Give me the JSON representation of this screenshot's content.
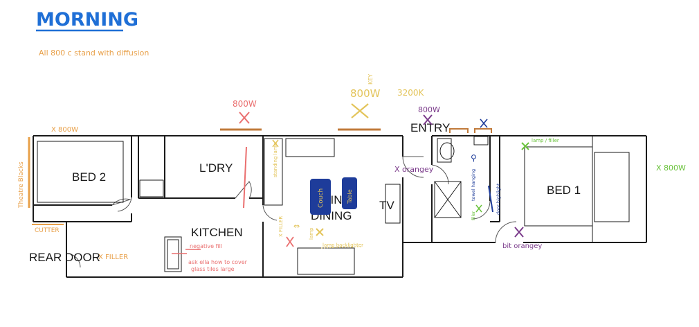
{
  "title": "MORNING",
  "note": "All 800 c stand with diffusion",
  "colors": {
    "blue": "#1f6fd6",
    "orange": "#e8a049",
    "pink": "#ea6f6f",
    "yellow": "#e3c45a",
    "purple": "#7a3a8a",
    "navy": "#1e3c9a",
    "green": "#69c23a",
    "brown": "#c07a3a",
    "wall": "#1a1a1a"
  },
  "rooms": {
    "bed2": "BED 2",
    "ldry": "L'DRY",
    "kitchen": "KITCHEN",
    "rear_door": "REAR DOOR",
    "living": "LIVING",
    "dining": "DINING",
    "tv": "TV",
    "entry": "ENTRY",
    "bed1": "BED 1"
  },
  "furniture": {
    "couch": "Couch",
    "table": "Table"
  },
  "lights": {
    "x800w_bed2": "X 800W",
    "theatre_blacks": "Theatre Blacks",
    "cutter": "CUTTER",
    "filler_rear": "X FILLER",
    "pink_800w": "800W",
    "negative_fill": "negative fill",
    "ask_ella_1": "ask ella how to cover",
    "ask_ella_2": "glass tiles large",
    "standing_lamp": "standing lamp",
    "filler_living": "X FILLER",
    "lamp_living": "lamp",
    "lamp_backlighter": "lamp backlighter",
    "key_label": "KEY",
    "key_800w": "800W",
    "key_3200k": "3200K",
    "purple_800w": "800W",
    "orangey": "X orangey",
    "towel_hanging": "towel hanging",
    "filler_bath": "filler",
    "door_highlight": "door highlight",
    "lamp_filler_bed1": "lamp / filler",
    "x800w_right": "X 800W",
    "bit_orangey": "bit orangey"
  }
}
